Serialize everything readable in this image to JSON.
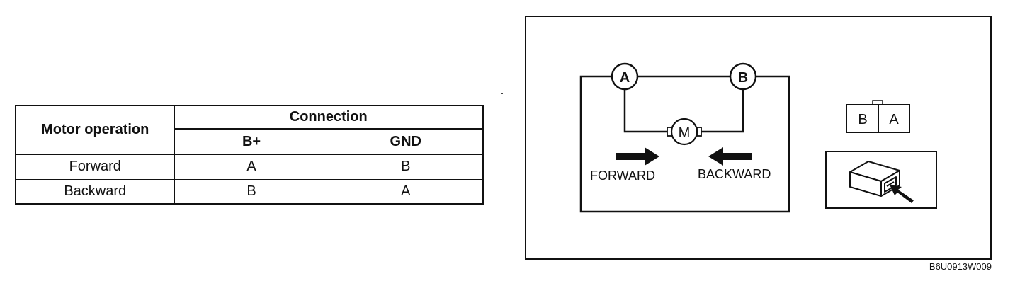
{
  "table": {
    "header_motor": "Motor operation",
    "header_connection": "Connection",
    "header_bplus": "B+",
    "header_gnd": "GND",
    "rows": [
      {
        "operation": "Forward",
        "bplus": "A",
        "gnd": "B"
      },
      {
        "operation": "Backward",
        "bplus": "B",
        "gnd": "A"
      }
    ]
  },
  "diagram": {
    "terminal_a": "A",
    "terminal_b": "B",
    "motor_symbol": "M",
    "forward_label": "FORWARD",
    "backward_label": "BACKWARD",
    "connector_pin_b": "B",
    "connector_pin_a": "A",
    "icons": [
      "right-arrow-icon",
      "left-arrow-icon",
      "connector-plug-icon",
      "insert-arrow-icon"
    ]
  },
  "figure_code": "B6U0913W009"
}
